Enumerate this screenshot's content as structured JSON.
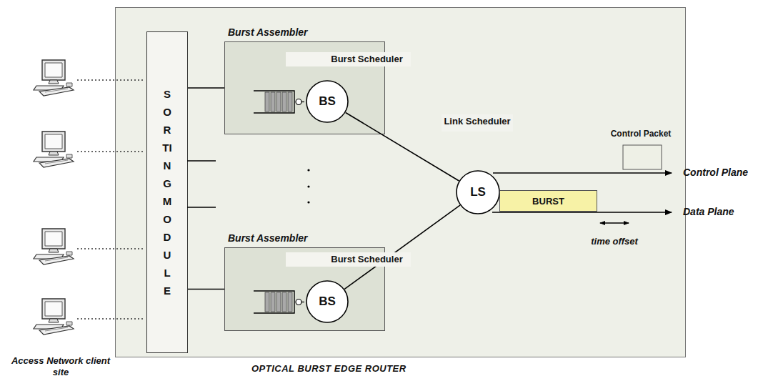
{
  "diagram": {
    "nodes": [
      {
        "text": [
          "OPTICAL BURST EDGE ROUTER"
        ]
      },
      {
        "text": [
          "SORTING MODULE"
        ],
        "in": 0
      },
      {
        "text": [
          "Burst Assembler"
        ],
        "in": 0
      },
      {
        "text": [
          "BS"
        ],
        "in": 2
      },
      {
        "text": [
          "Burst Assembler"
        ],
        "in": 0
      },
      {
        "text": [
          "BS"
        ],
        "in": 4
      },
      {
        "text": [
          "LS"
        ],
        "in": 0
      },
      {
        "text": [
          "BURST"
        ],
        "in": 0
      }
    ],
    "edges": [
      {
        "from": 1,
        "to": 2,
        "arrow": "none"
      },
      {
        "from": 1,
        "to": 4,
        "arrow": "none"
      },
      {
        "from": 3,
        "to": 6,
        "arrow": "none"
      },
      {
        "from": 5,
        "to": 6,
        "arrow": "none"
      }
    ],
    "labels": [
      "Burst Scheduler",
      "Burst Scheduler",
      "Link Scheduler",
      "Control Packet",
      "Control Plane",
      "Data Plane",
      "time offset",
      "Access Network client site"
    ]
  }
}
